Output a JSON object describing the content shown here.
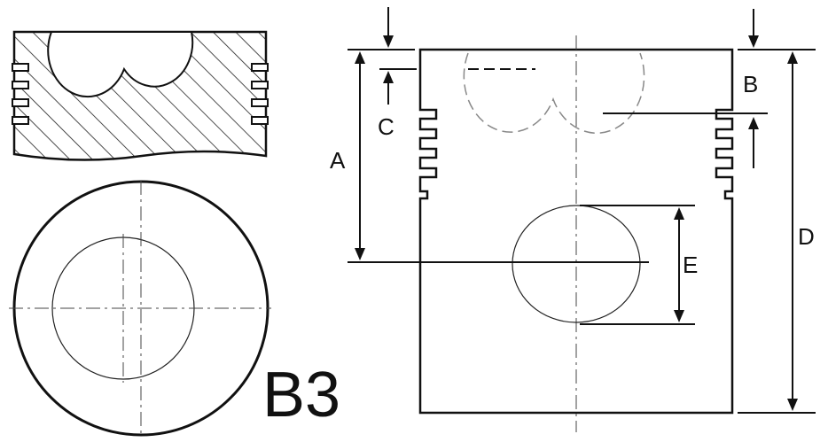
{
  "diagram": {
    "code_label": "B3",
    "dimension_labels": {
      "a": "A",
      "b": "B",
      "c": "C",
      "d": "D",
      "e": "E"
    }
  }
}
